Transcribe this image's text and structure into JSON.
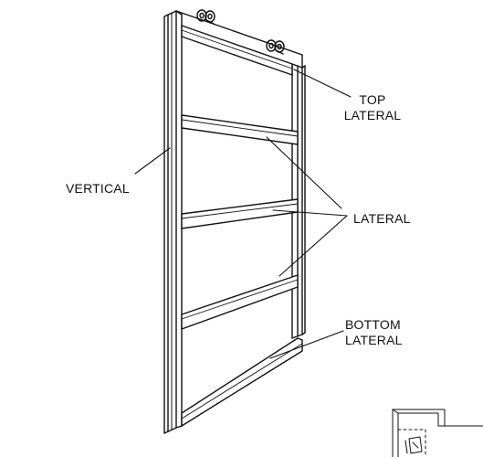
{
  "figure": {
    "labels": {
      "vertical": "VERTICAL",
      "top_lateral_line1": "TOP",
      "top_lateral_line2": "LATERAL",
      "lateral": "LATERAL",
      "bottom_lateral_line1": "BOTTOM",
      "bottom_lateral_line2": "LATERAL"
    },
    "line_color": "#111111",
    "background": "#ffffff"
  }
}
